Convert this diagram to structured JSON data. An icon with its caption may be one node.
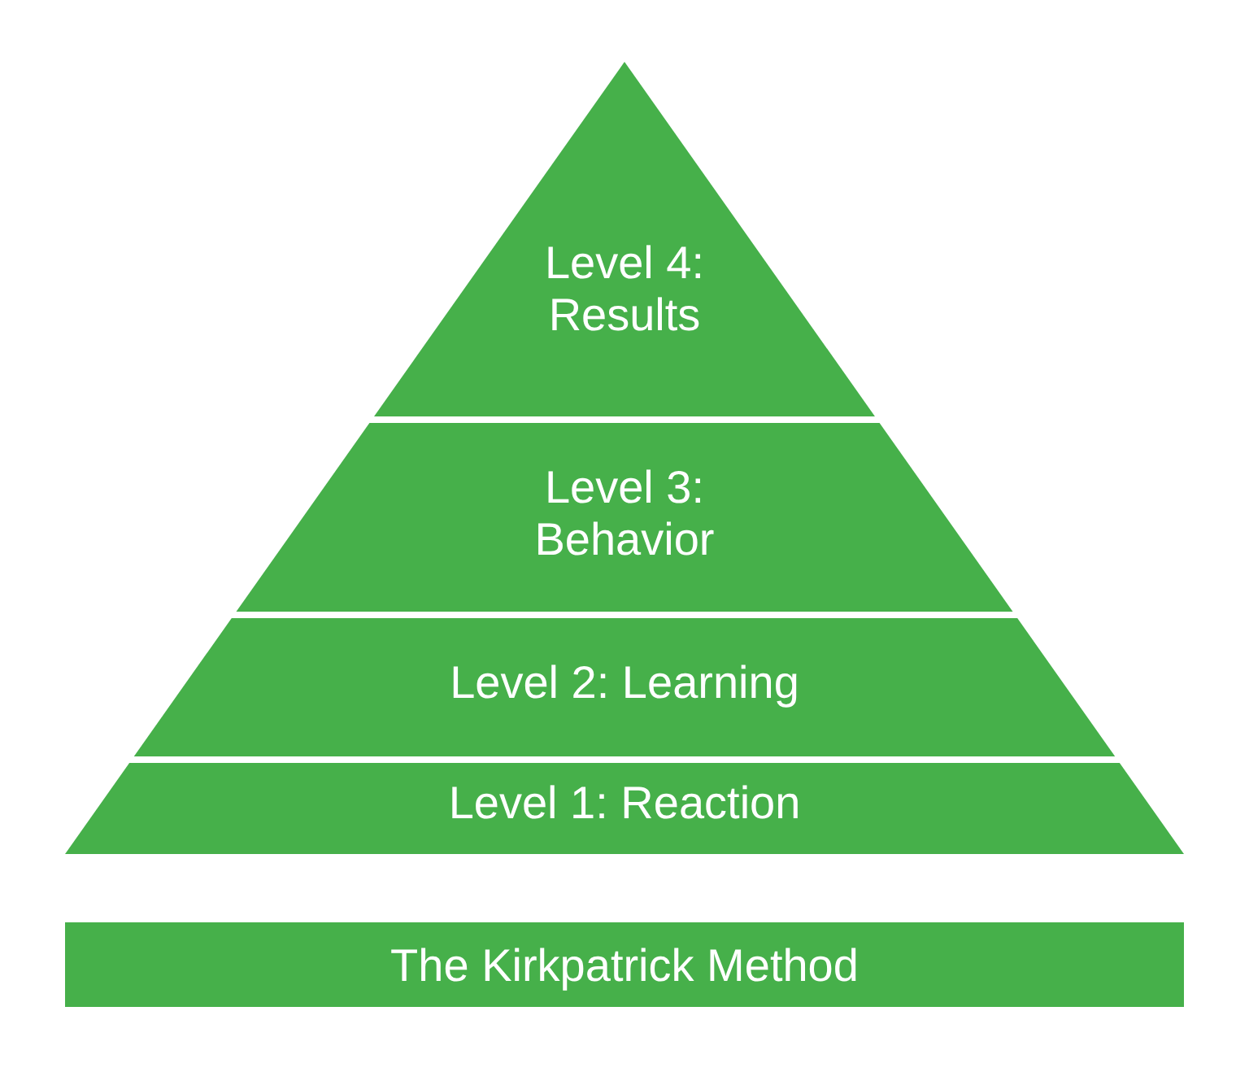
{
  "diagram": {
    "nodes": [
      {
        "text": [
          "Level 4: Results"
        ]
      },
      {
        "text": [
          "Level 3: Behavior"
        ]
      },
      {
        "text": [
          "Level 2: Learning"
        ]
      },
      {
        "text": [
          "Level 1: Reaction"
        ]
      },
      {
        "text": [
          "The Kirkpatrick Method"
        ]
      }
    ]
  }
}
